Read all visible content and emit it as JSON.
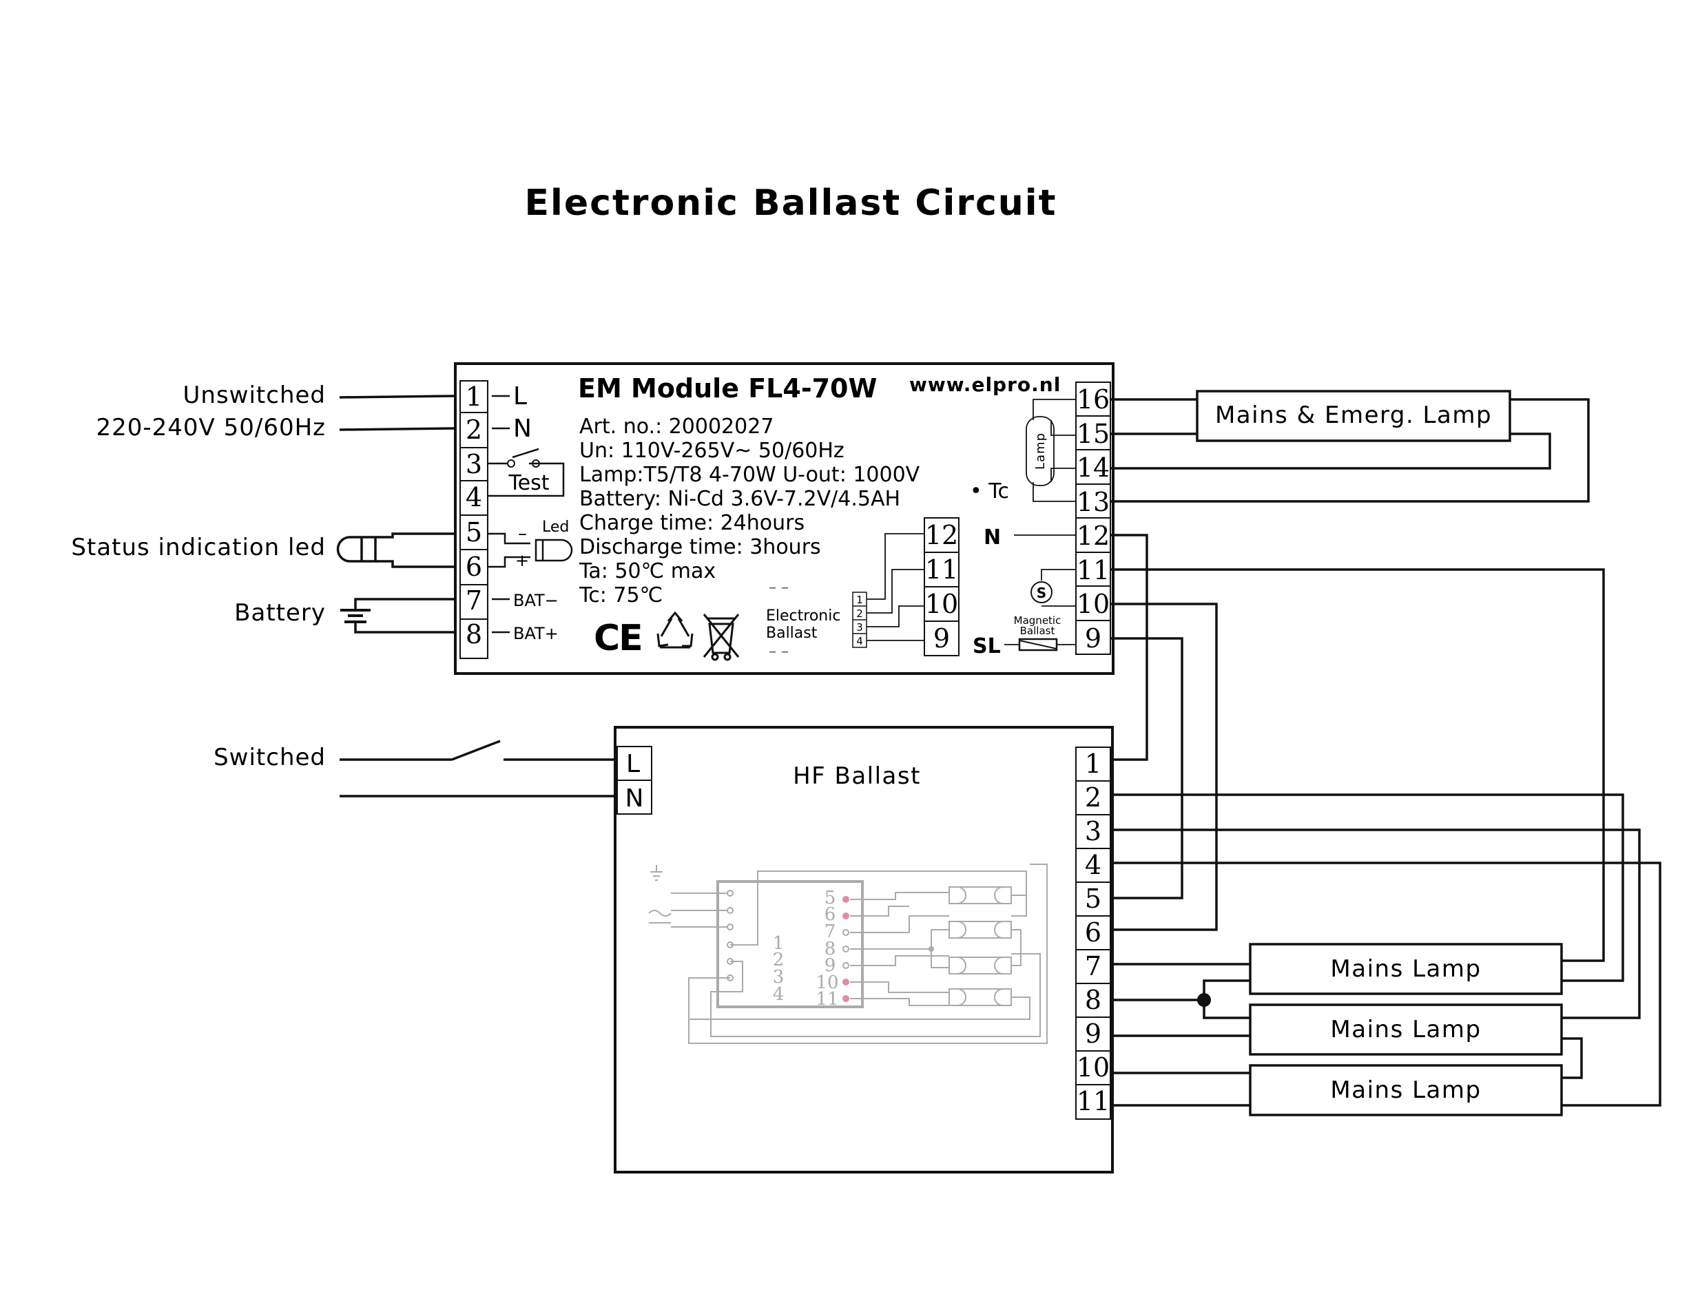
{
  "title": "Electronic Ballast Circuit",
  "left_labels": {
    "unswitched": "Unswitched",
    "supply": "220-240V 50/60Hz",
    "status_led": "Status indication led",
    "battery": "Battery",
    "switched": "Switched"
  },
  "em_module": {
    "name": "EM Module FL4-70W",
    "website": "www.elpro.nl",
    "specs": [
      "Art. no.: 20002027",
      "Un: 110V-265V~ 50/60Hz",
      "Lamp:T5/T8  4-70W   U-out: 1000V",
      "Battery: Ni-Cd   3.6V-7.2V/4.5AH",
      "Charge time: 24hours",
      "Discharge time: 3hours",
      "Ta: 50℃ max",
      "Tc: 75℃"
    ],
    "left_terminals": [
      "1",
      "2",
      "3",
      "4",
      "5",
      "6",
      "7",
      "8"
    ],
    "right_terminals": [
      "16",
      "15",
      "14",
      "13",
      "12",
      "11",
      "10",
      "9"
    ],
    "mid_terminals": [
      "12",
      "11",
      "10",
      "9"
    ],
    "term_L": "L",
    "term_N": "N",
    "test": "Test",
    "led": "Led",
    "led_minus": "–",
    "led_plus": "+",
    "bat_minus": "BAT−",
    "bat_plus": "BAT+",
    "ce": "CE",
    "tc": "• Tc",
    "n_label": "N",
    "sl_label": "SL",
    "lamp": "Lamp",
    "s_symbol": "S",
    "magnetic_ballast_1": "Magnetic",
    "magnetic_ballast_2": "Ballast",
    "electronic_ballast_1": "Electronic",
    "electronic_ballast_2": "Ballast",
    "mini_terminals": [
      "1",
      "2",
      "3",
      "4"
    ],
    "dashes": "– –"
  },
  "hf_ballast": {
    "name": "HF Ballast",
    "input_terminals": [
      "L",
      "N"
    ],
    "output_terminals": [
      "1",
      "2",
      "3",
      "4",
      "5",
      "6",
      "7",
      "8",
      "9",
      "10",
      "11"
    ],
    "inner_left_numbers": [
      "1",
      "2",
      "3",
      "4"
    ],
    "inner_right_numbers": [
      "5",
      "6",
      "7",
      "8",
      "9",
      "10",
      "11"
    ]
  },
  "lamps": {
    "mains_emerg": "Mains & Emerg. Lamp",
    "mains": [
      "Mains Lamp",
      "Mains Lamp",
      "Mains Lamp"
    ]
  }
}
